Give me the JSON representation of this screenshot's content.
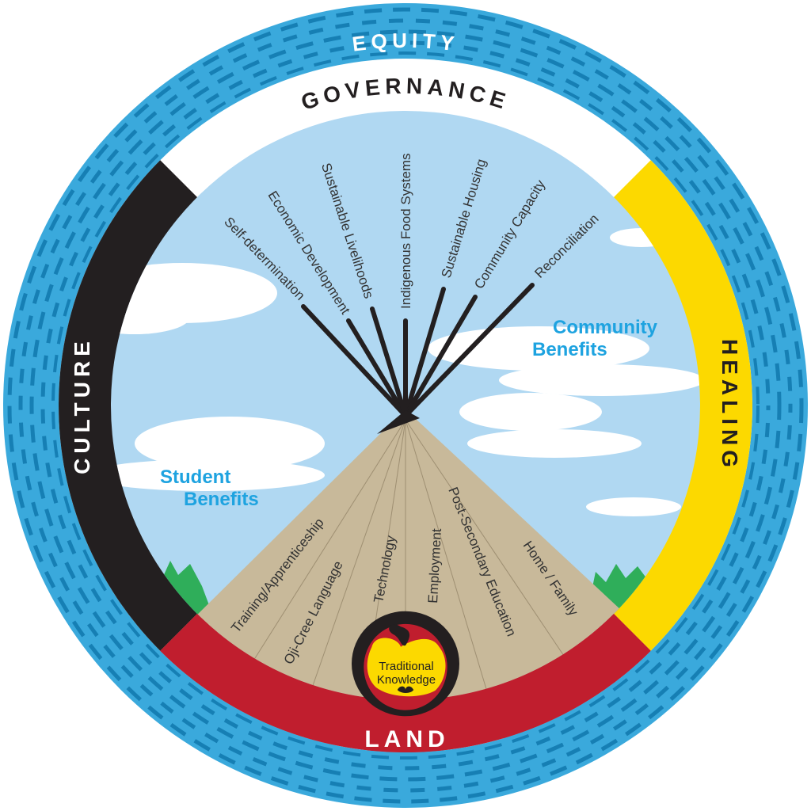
{
  "ring": {
    "outer": "EQUITY",
    "top": "GOVERNANCE",
    "left": "CULTURE",
    "right": "HEALING",
    "bottom": "LAND"
  },
  "benefits": {
    "community_line1": "Community",
    "community_line2": "Benefits",
    "student_line1": "Student",
    "student_line2": "Benefits"
  },
  "community_benefits": [
    "Self-determination",
    "Economic Development",
    "Sustainable Livelihoods",
    "Indigenous Food Systems",
    "Sustainable Housing",
    "Community Capacity",
    "Reconciliation"
  ],
  "student_benefits": [
    "Training/Apprenticeship",
    "Oji-Cree Language",
    "Technology",
    "Employment",
    "Post-Secondary Education",
    "Home / Family"
  ],
  "center": {
    "line1": "Traditional",
    "line2": "Knowledge"
  },
  "colors": {
    "water": "#3aa9dc",
    "water_dark": "#167fb4",
    "sky": "#b0d8f2",
    "black": "#231f20",
    "yellow": "#fcd900",
    "red": "#c01e2e",
    "tan": "#c8b99a",
    "grass": "#2fae5a",
    "accent": "#1ea3e0"
  }
}
